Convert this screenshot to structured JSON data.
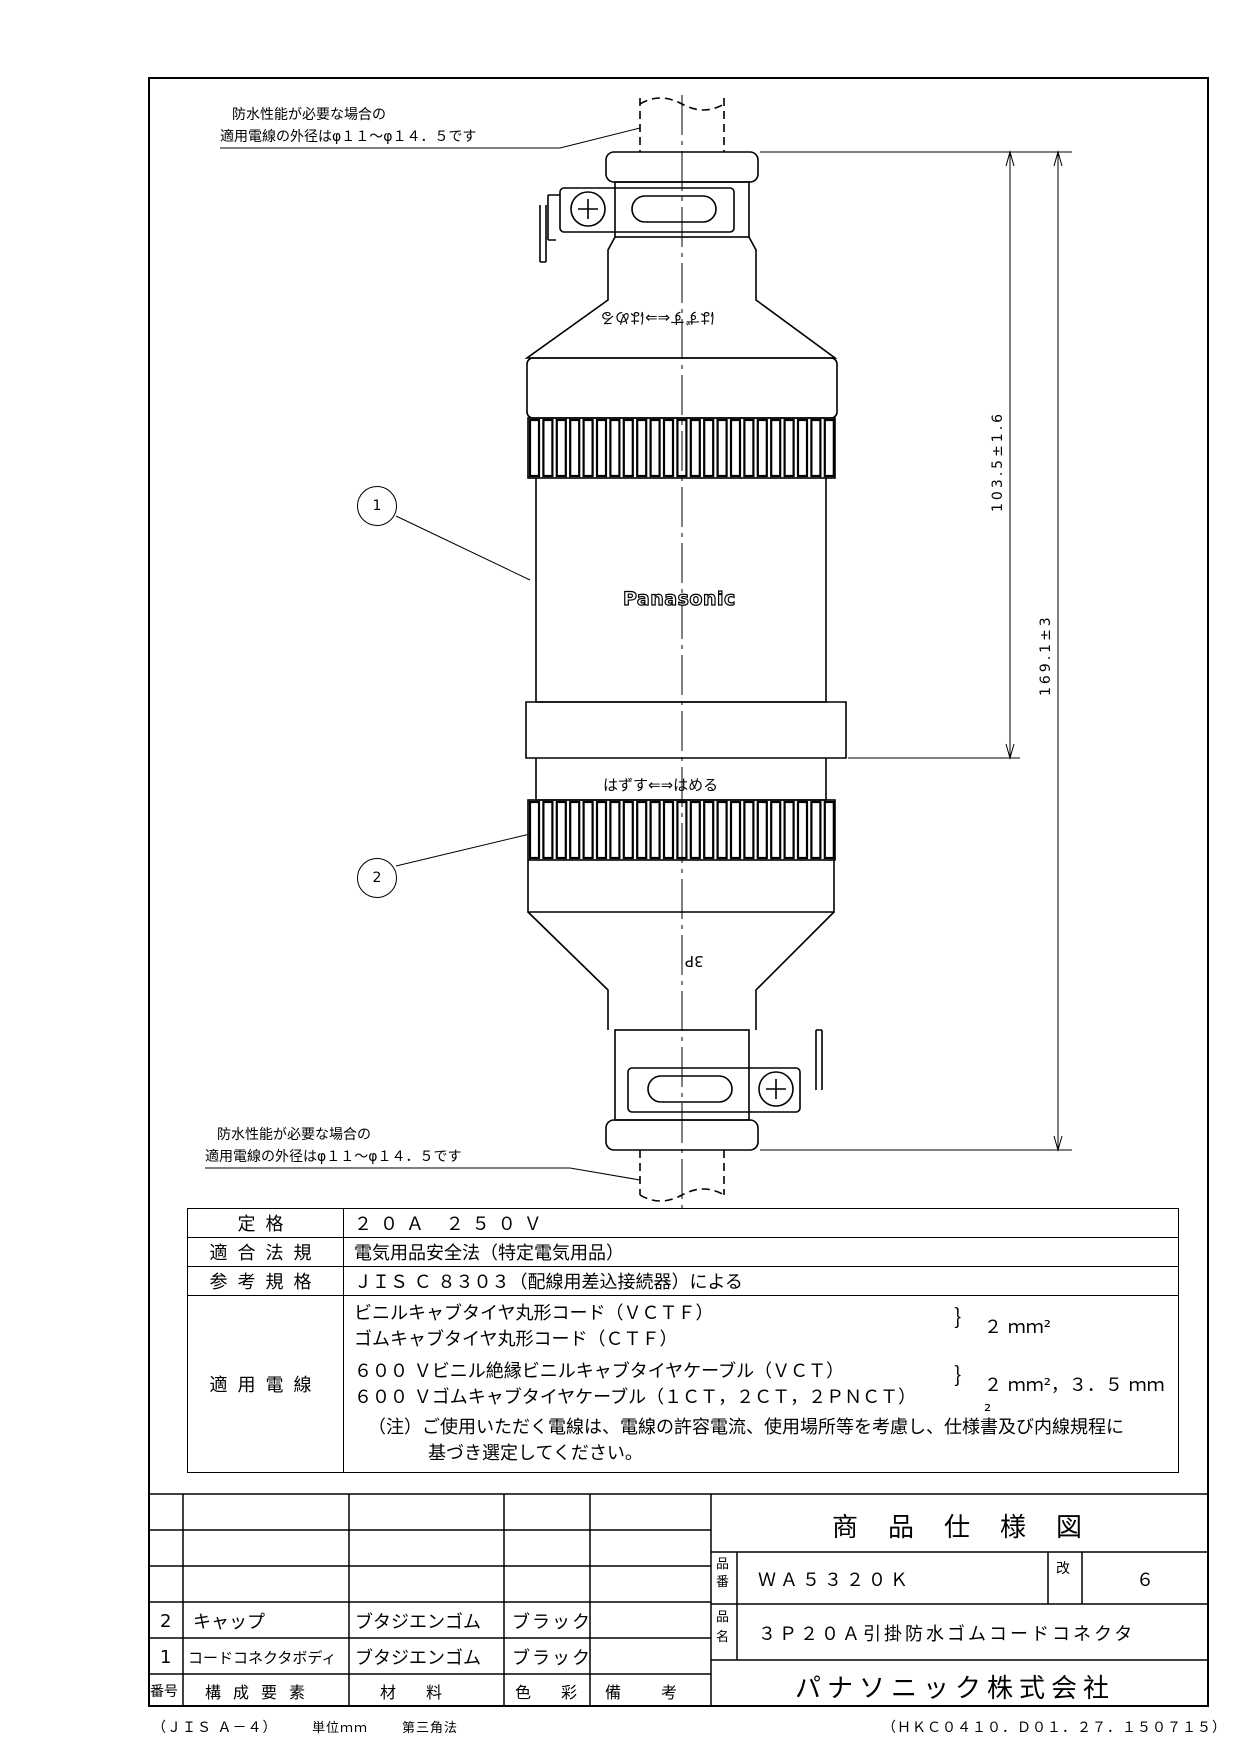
{
  "notes": {
    "top_line1": "防水性能が必要な場合の",
    "top_line2": "適用電線の外径はφ１１～φ１４．５です",
    "bottom_line1": "防水性能が必要な場合の",
    "bottom_line2": "適用電線の外径はφ１１～φ１４．５です"
  },
  "drawing": {
    "dim_upper": "103.5±1.6",
    "dim_total": "169.1±3",
    "brand": "Panasonic",
    "label_hazusu_hameru": "はずす⇐⇒はめる",
    "label_upper_mirrored": "はずす⇐⇒はめる",
    "label_3p": "3P",
    "balloon_1": "1",
    "balloon_2": "2"
  },
  "spec": {
    "rating_key": "定格",
    "rating_val": "２０Ａ ２５０Ｖ",
    "law_key": "適合法規",
    "law_val": "電気用品安全法（特定電気用品）",
    "std_key": "参考規格",
    "std_val": "ＪＩＳ Ｃ ８３０３（配線用差込接続器）による",
    "wire_key": "適用電線",
    "wire_1": "ビニルキャブタイヤ丸形コード（ＶＣＴＦ）",
    "wire_2": "ゴムキャブタイヤ丸形コード（ＣＴＦ）",
    "wire_size_a": "２ ｍｍ²",
    "wire_3": "６００ Ｖビニル絶縁ビニルキャブタイヤケーブル（ＶＣＴ）",
    "wire_4": "６００ Ｖゴムキャブタイヤケーブル（１ＣＴ，２ＣＴ，２ＰＮＣＴ）",
    "wire_size_b": "２ ｍｍ²，３．５ ｍｍ²",
    "note_1": "（注）ご使用いただく電線は、電線の許容電流、使用場所等を考慮し、仕様書及び内線規程に",
    "note_2": "基づき選定してください。"
  },
  "parts": {
    "rows": [
      {
        "no": "2",
        "name": "キャップ",
        "material": "ブタジエンゴム",
        "color": "ブラック"
      },
      {
        "no": "1",
        "name": "コードコネクタボディ",
        "material": "ブタジエンゴム",
        "color": "ブラック"
      }
    ],
    "header": {
      "no": "番号",
      "name": "構成要素",
      "material": "材料",
      "color": "色彩",
      "remark": "備考"
    }
  },
  "titleblock": {
    "title": "商品仕様図",
    "hinban_label": "品番",
    "hinban": "ＷＡ５３２０Ｋ",
    "rev_label": "改",
    "rev": "６",
    "hinmei_label": "品名",
    "hinmei": "３Ｐ２０Ａ引掛防水ゴムコードコネクタ",
    "company": "パナソニック株式会社"
  },
  "footer": {
    "left": "（ＪＩＳ Ａ－４）",
    "unit": "単位ｍｍ",
    "proj": "第三角法",
    "right": "（ＨＫＣ０４１０．Ｄ０１．２７．１５０７１５）"
  }
}
